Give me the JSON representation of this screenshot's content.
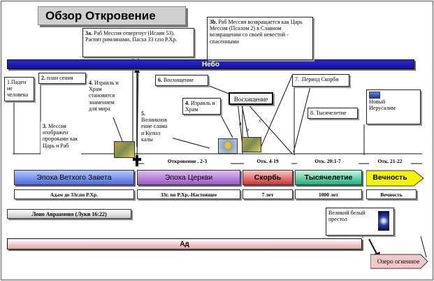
{
  "title": "Обзор Откровение",
  "sky_label": "Небо",
  "hell_label": "Ад",
  "lake_label": "Озеро огненное",
  "rapture_label": "Восхищение",
  "letters": {
    "a": "a",
    "b": "b",
    "c": "c"
  },
  "notes": {
    "n1": "1.Паден ие человека",
    "n2_num": "2.",
    "n2": "план сения",
    "n3_num": "3.",
    "n3": "Мессия изображен пророками как Царь и Раб",
    "n3a_num": "3a.",
    "n3a": "Раб Мессия отвергнут (Исаия 53). Распят римлянами, Пасха 33 г.по Р.Хр.",
    "n3b_num": "3b.",
    "n3b": "Раб Мессия возвращается как Царь Мессия (Псалом 2) в Славном возвращении со своей невестой - спасенными",
    "n4_num": "4.",
    "n4": "Израиль и Храм становятся знамением для мира",
    "n4b_num": "4.",
    "n4b": "Израиль и Храм",
    "n5_num": "5.",
    "n5": "Возникнов ение слама и Купол калы",
    "n6_num": "6.",
    "n6": "Восхищение",
    "n7": "7. .Период Скорби",
    "n8": "8. Тысячелетие",
    "new_jerusalem": "Новый Иерусалим",
    "white_throne": "Великий белый престол"
  },
  "refs": [
    "Откровение . 2-3",
    "Отк. 4-19",
    "Отк. 20:1-7",
    "Отк. 21-22"
  ],
  "eras": [
    {
      "name": "Эпоха Ветхого Завета",
      "color": "#3a5fd0"
    },
    {
      "name": "Эпоха Церкви",
      "color": "#8a44b8"
    },
    {
      "name": "Скорбь",
      "color": "#c02828"
    },
    {
      "name": "Тысячелетие",
      "color": "#12a070"
    },
    {
      "name": "Вечность",
      "color": "#f0f000"
    }
  ],
  "dates": [
    "Адам до 33г.по Р.Хр.",
    "33г. по Р.Хр.-Настоящее",
    "7 лет",
    "1000 лет",
    "Вечность"
  ],
  "lono": "Лоно Авраамово (Луки 16:22)"
}
